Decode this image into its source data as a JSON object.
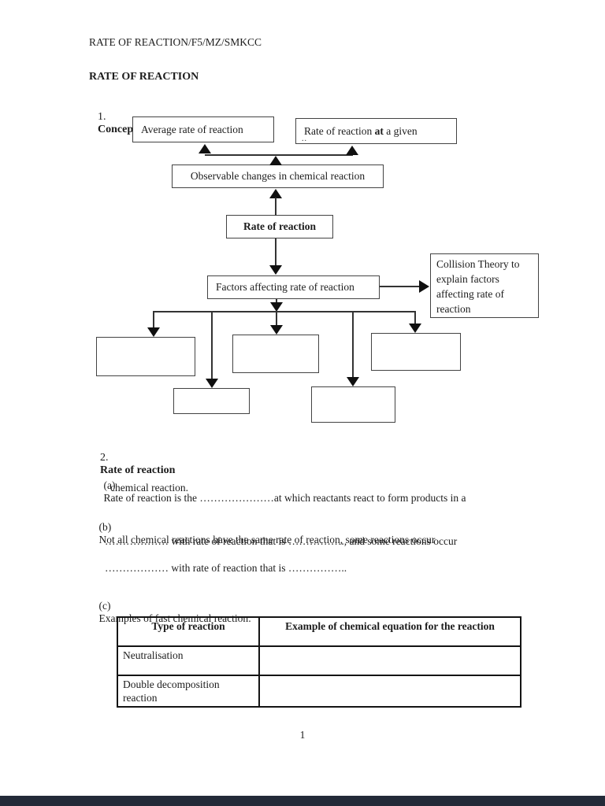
{
  "page": {
    "header_line": "RATE OF REACTION/F5/MZ/SMKCC",
    "title": "RATE OF REACTION",
    "page_number": "1"
  },
  "sections": {
    "concept_map": {
      "number": "1.",
      "title": "Concept  Map"
    },
    "rate": {
      "number": "2.",
      "title": "Rate of reaction",
      "item_a": {
        "label": "(a)",
        "line1": "Rate of reaction is the …………………at which reactants react to form products in a",
        "line2": "chemical reaction."
      },
      "item_b": {
        "label": "(b)",
        "line1": "Not all chemical reactions have the same rate of reaction, some reactions occur",
        "line2": "……………… with rate of reaction that is ……………., and some reactions occur",
        "line3": "……………… with rate of reaction that is …………….."
      },
      "item_c": {
        "label": "(c)",
        "text": "Examples of fast chemical reaction:"
      }
    }
  },
  "concept_map": {
    "boxes": {
      "average_rate": "Average rate of reaction",
      "instantaneous_prefix": "Rate of reaction ",
      "instantaneous_bold": "at",
      "instantaneous_suffix": " a given",
      "instantaneous_note": "..",
      "observable": "Observable changes in chemical reaction",
      "central": "Rate of reaction",
      "factors": "Factors affecting rate of reaction",
      "collision": "Collision Theory to explain factors affecting rate of reaction"
    }
  },
  "table": {
    "headers": [
      "Type of reaction",
      "Example of chemical equation for the reaction"
    ],
    "rows": [
      {
        "type": "Neutralisation",
        "example": ""
      },
      {
        "type": "Double decomposition reaction",
        "example": ""
      }
    ]
  }
}
